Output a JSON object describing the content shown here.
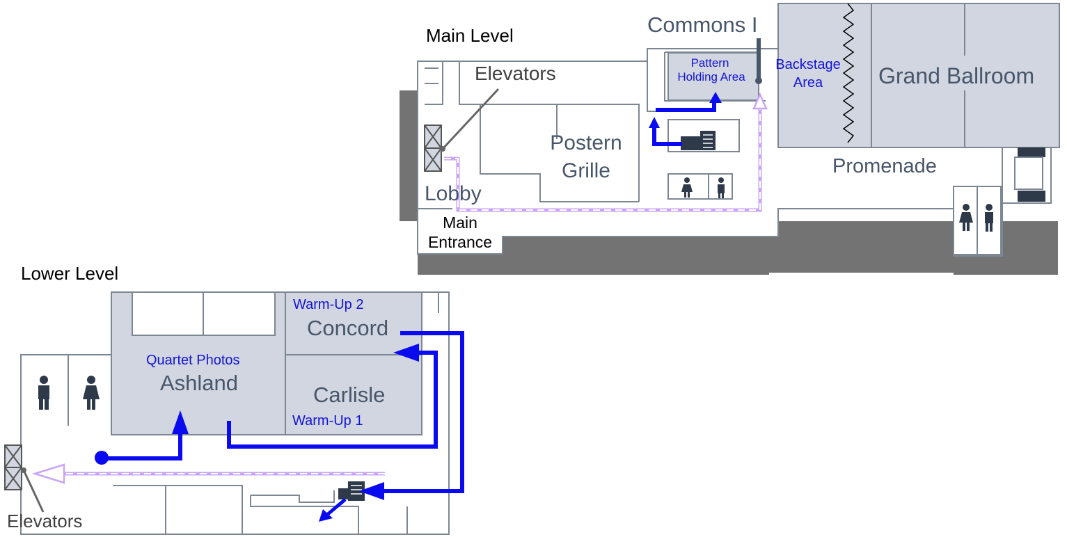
{
  "levels": {
    "main": "Main Level",
    "lower": "Lower Level"
  },
  "main_level": {
    "rooms": {
      "commons": "Commons I",
      "elevators": "Elevators",
      "pattern_line1": "Pattern",
      "pattern_line2": "Holding Area",
      "backstage_line1": "Backstage",
      "backstage_line2": "Area",
      "grand_ballroom": "Grand Ballroom",
      "postern_line1": "Postern",
      "postern_line2": "Grille",
      "promenade": "Promenade",
      "lobby": "Lobby",
      "entrance_line1": "Main",
      "entrance_line2": "Entrance"
    }
  },
  "lower_level": {
    "rooms": {
      "warmup2": "Warm-Up 2",
      "concord": "Concord",
      "quartet_photos": "Quartet Photos",
      "ashland": "Ashland",
      "carlisle": "Carlisle",
      "warmup1": "Warm-Up 1",
      "elevators": "Elevators"
    }
  },
  "colors": {
    "route_blue": "#0a0af0",
    "route_lavender": "#c9a6f5",
    "room_fill": "#d1d6e0",
    "room_text": "#47566a",
    "label_blue": "#1414d6",
    "wall": "#7d8794",
    "shadow": "#555555"
  },
  "icons": [
    "restroom-men-icon",
    "restroom-women-icon",
    "elevator-icon",
    "stairs-icon"
  ]
}
